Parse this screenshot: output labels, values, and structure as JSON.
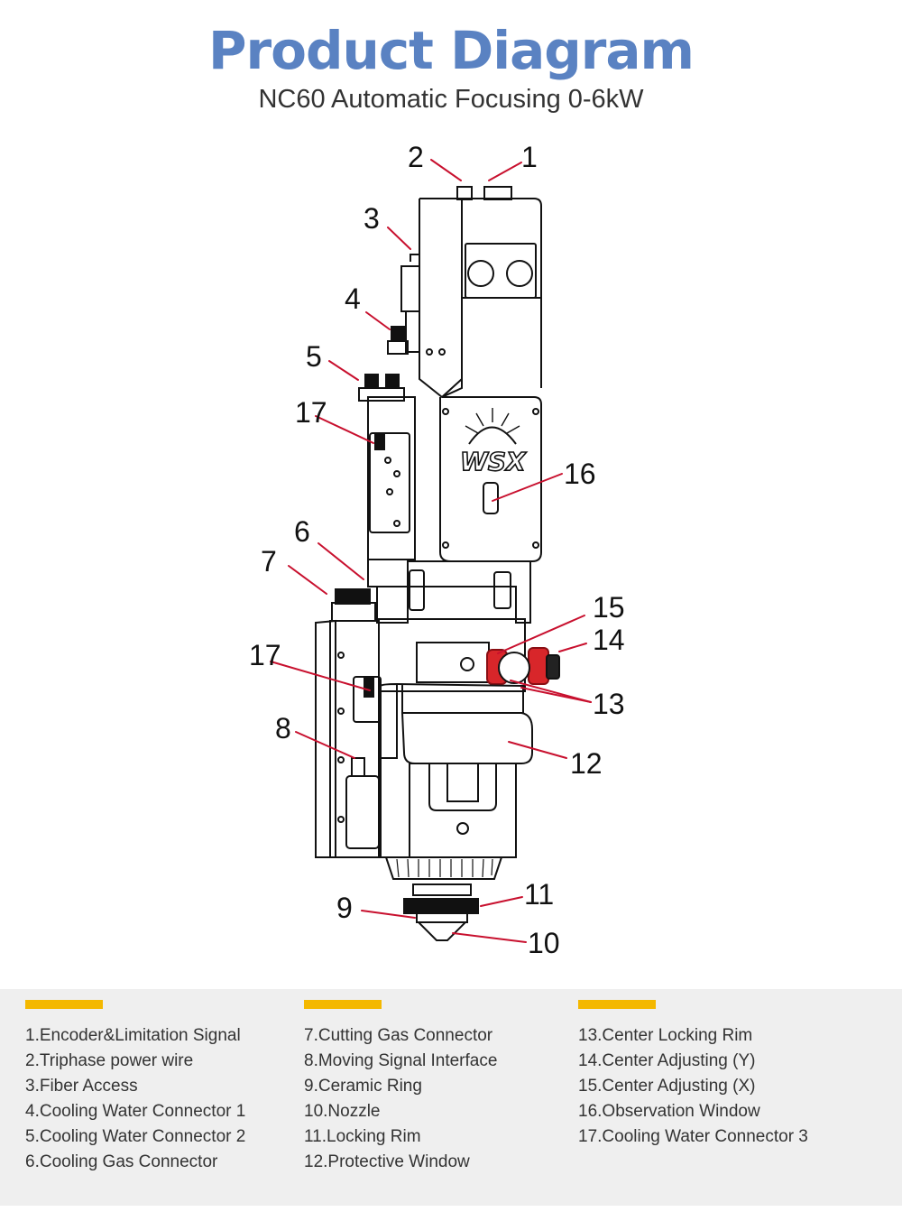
{
  "title": "Product Diagram",
  "subtitle": "NC60 Automatic Focusing 0-6kW",
  "brand_logo": "WSX",
  "colors": {
    "title": "#5a82c2",
    "accent_bar": "#f4b800",
    "leader_line": "#c8102e",
    "adjust_ring": "#d8262a",
    "legend_bg": "#efefef"
  },
  "callouts": [
    "1",
    "2",
    "3",
    "4",
    "5",
    "17",
    "6",
    "7",
    "16",
    "15",
    "14",
    "17",
    "13",
    "8",
    "12",
    "11",
    "9",
    "10"
  ],
  "legend": {
    "col1": [
      "1.Encoder&Limitation Signal",
      "2.Triphase power wire",
      "3.Fiber Access",
      "4.Cooling Water Connector 1",
      "5.Cooling Water Connector 2",
      "6.Cooling Gas Connector"
    ],
    "col2": [
      "7.Cutting Gas Connector",
      "8.Moving Signal Interface",
      "9.Ceramic Ring",
      "10.Nozzle",
      "11.Locking Rim",
      "12.Protective Window"
    ],
    "col3": [
      "13.Center Locking Rim",
      "14.Center Adjusting (Y)",
      "15.Center Adjusting (X)",
      "16.Observation Window",
      "17.Cooling Water Connector 3"
    ]
  }
}
